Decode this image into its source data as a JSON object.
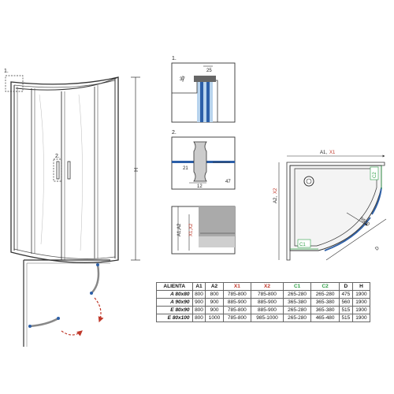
{
  "drawing": {
    "front_callouts": [
      "1.",
      "2."
    ],
    "height_label": "H",
    "accent_red": "#c0392b",
    "accent_green": "#2e9e46",
    "accent_blue": "#2c5fa8"
  },
  "details": {
    "detail1": {
      "label": "1.",
      "dim_a": "25",
      "dim_b": "37"
    },
    "detail2": {
      "label": "2.",
      "dim_a": "21",
      "dim_b": "12",
      "dim_c": "47"
    },
    "detail3": {
      "a_label": "A1,A2",
      "x_label": "X1,X2"
    }
  },
  "plan": {
    "top_label_a": "A1,",
    "top_label_x": "X1",
    "side_label_a": "A2,",
    "side_label_x": "X2",
    "c1": "C1",
    "c2": "C2",
    "radius": "R550",
    "d": "D"
  },
  "table": {
    "headers": [
      "ALIENTA",
      "A1",
      "A2",
      "X1",
      "X2",
      "C1",
      "C2",
      "D",
      "H"
    ],
    "header_colors": [
      "#111111",
      "#111111",
      "#111111",
      "#c0392b",
      "#c0392b",
      "#2e9e46",
      "#2e9e46",
      "#111111",
      "#111111"
    ],
    "rows": [
      [
        "A 80x80",
        "800",
        "800",
        "785-800",
        "785-800",
        "265-280",
        "265-280",
        "475",
        "1900"
      ],
      [
        "A 90x90",
        "900",
        "900",
        "885-900",
        "885-900",
        "365-380",
        "365-380",
        "560",
        "1900"
      ],
      [
        "E 80x90",
        "800",
        "900",
        "785-800",
        "885-900",
        "265-280",
        "365-380",
        "515",
        "1900"
      ],
      [
        "E 80x100",
        "800",
        "1000",
        "785-800",
        "985-1000",
        "265-280",
        "465-480",
        "515",
        "1900"
      ]
    ]
  }
}
